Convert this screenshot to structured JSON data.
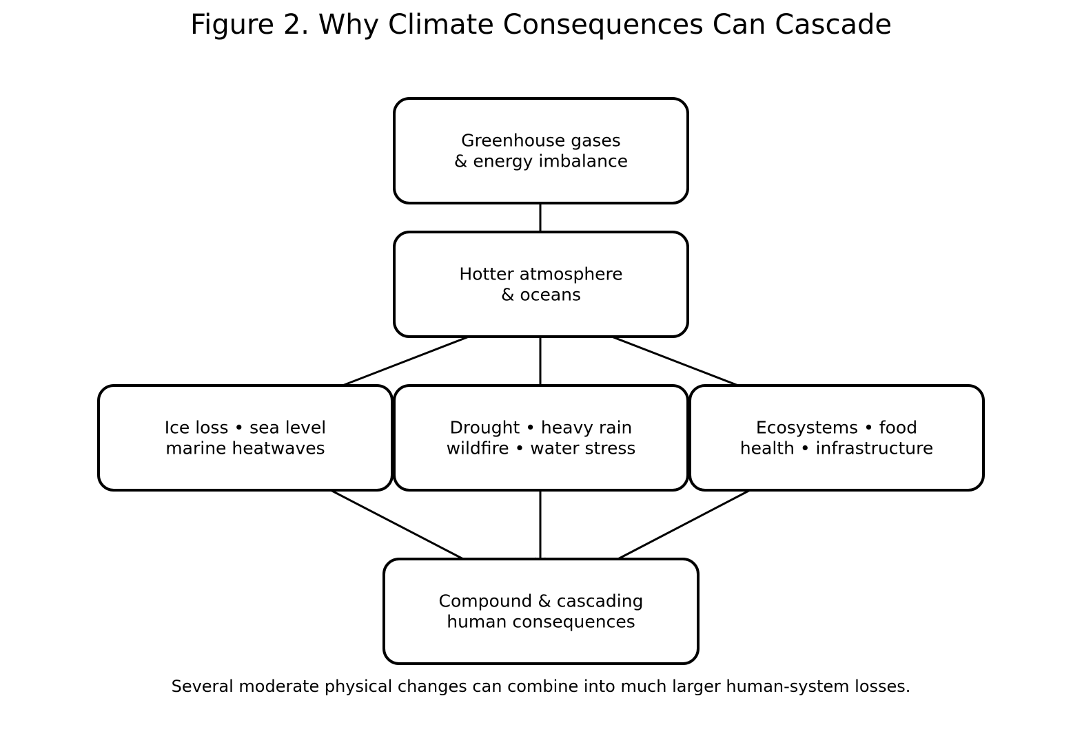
{
  "title": "Figure 2. Why Climate Consequences Can Cascade",
  "caption": "Several moderate physical changes can combine into much larger human-system losses.",
  "nodes": [
    {
      "id": "ghg",
      "lines": [
        "Greenhouse gases",
        "& energy imbalance"
      ]
    },
    {
      "id": "hotter",
      "lines": [
        "Hotter atmosphere",
        "& oceans"
      ]
    },
    {
      "id": "ice",
      "lines": [
        "Ice loss • sea level",
        "marine heatwaves"
      ]
    },
    {
      "id": "drought",
      "lines": [
        "Drought • heavy rain",
        "wildfire • water stress"
      ]
    },
    {
      "id": "eco",
      "lines": [
        "Ecosystems • food",
        "health • infrastructure"
      ]
    },
    {
      "id": "compound",
      "lines": [
        "Compound & cascading",
        "human consequences"
      ]
    }
  ],
  "edges": [
    {
      "from": "ghg",
      "to": "hotter"
    },
    {
      "from": "hotter",
      "to": "ice"
    },
    {
      "from": "hotter",
      "to": "drought"
    },
    {
      "from": "hotter",
      "to": "eco"
    },
    {
      "from": "ice",
      "to": "compound"
    },
    {
      "from": "drought",
      "to": "compound"
    },
    {
      "from": "eco",
      "to": "compound"
    }
  ]
}
